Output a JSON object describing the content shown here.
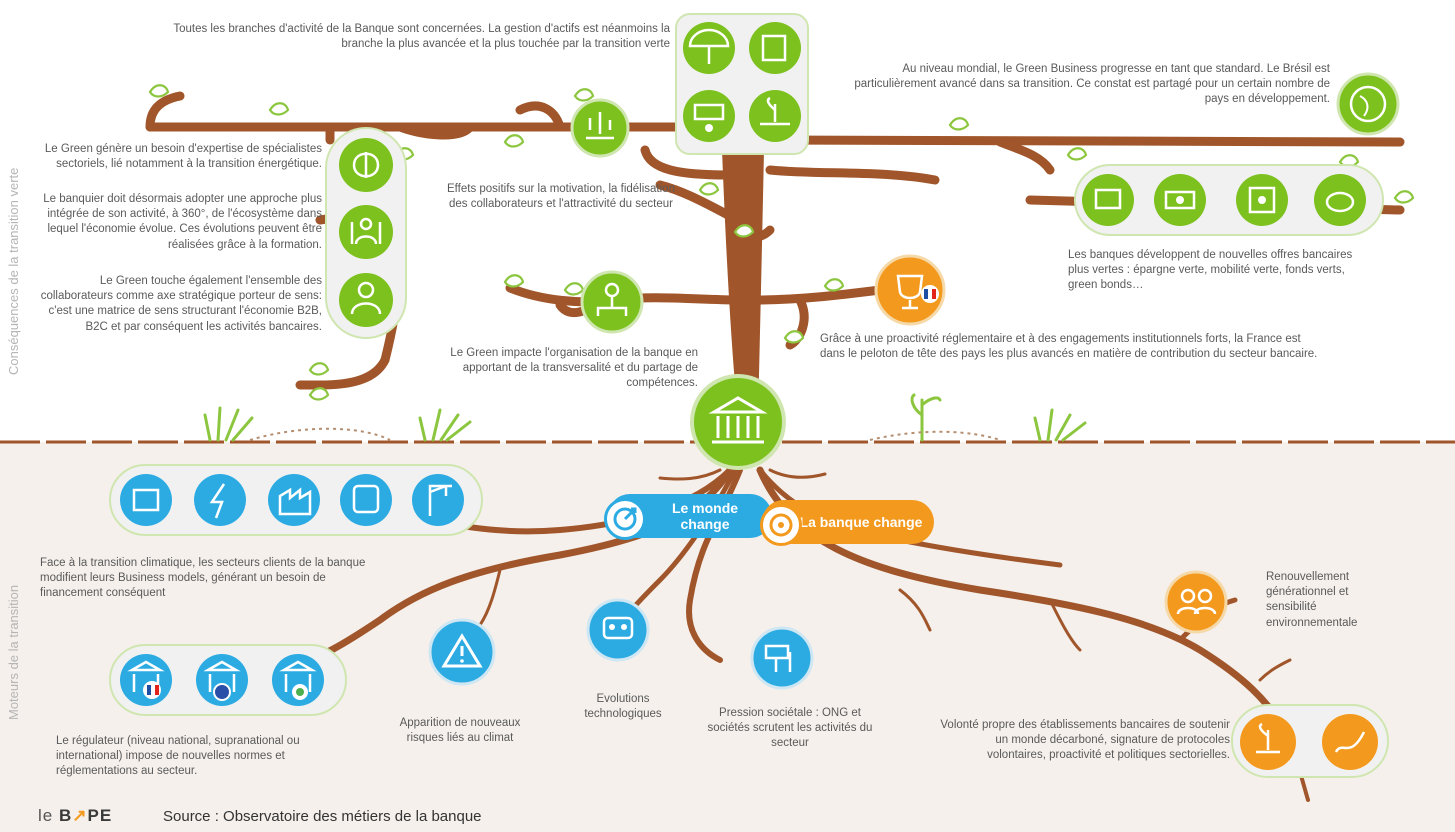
{
  "axis": {
    "top_label": "Conséquences de la transition verte",
    "bottom_label": "Moteurs de la transition"
  },
  "colors": {
    "trunk": "#a0562a",
    "green": "#7dc11f",
    "blue": "#2cabe3",
    "orange": "#f39a1e",
    "ground": "#f5f0ec",
    "leaf": "#8cc63f"
  },
  "consequences": {
    "all_branches": "Toutes les branches d'activité de la Banque sont concernées. La gestion d'actifs est néanmoins la branche la plus avancée et la plus touchée par la transition verte",
    "green_business": "Au niveau mondial, le Green Business progresse en tant que standard. Le Brésil est particulièrement avancé dans sa transition. Ce constat est partagé pour un certain nombre de pays en développement.",
    "expertise": "Le Green génère un besoin d'expertise de spécialistes sectoriels, lié notamment à la transition énergétique.",
    "integrated": "Le banquier doit désormais adopter une approche plus intégrée de son activité, à 360°, de l'écosystème dans lequel l'économie évolue. Ces évolutions peuvent être réalisées grâce à la formation.",
    "meaning": "Le Green touche également l'ensemble des collaborateurs comme axe stratégique porteur de sens: c'est une matrice de sens structurant l'économie B2B, B2C et par conséquent les activités bancaires.",
    "motivation": "Effets positifs sur la motivation, la fidélisation des collaborateurs et l'attractivité du secteur",
    "offers": "Les banques développent de nouvelles offres bancaires plus vertes : épargne verte, mobilité verte, fonds verts, green bonds…",
    "organisation": "Le Green impacte l'organisation de la banque en apportant de la transversalité et du partage de compétences.",
    "france": "Grâce à une proactivité réglementaire et à des engagements institutionnels forts, la France est dans le peloton de tête des pays les plus avancés en matière de contribution du secteur bancaire."
  },
  "tags": {
    "world": "Le monde change",
    "bank": "La banque change"
  },
  "drivers": {
    "sectors": "Face à la transition climatique, les secteurs clients de la banque modifient leurs Business models, générant un besoin de financement conséquent",
    "regulator": "Le régulateur (niveau national, supranational ou international) impose de nouvelles normes et réglementations au secteur.",
    "risks": "Apparition de nouveaux risques liés au climat",
    "tech": "Evolutions technologiques",
    "societal": "Pression sociétale : ONG et sociétés scrutent les activités du secteur",
    "renewal": "Renouvellement générationnel et sensibilité environnementale",
    "will": "Volonté propre des établissements bancaires de soutenir un monde décarboné, signature de protocoles volontaires, proactivité et politiques sectorielles."
  },
  "footer": {
    "logo_le": "le ",
    "logo_b": "B",
    "logo_arrow": "↗",
    "logo_pe": "PE",
    "source": "Source : Observatoire des métiers de la banque"
  }
}
